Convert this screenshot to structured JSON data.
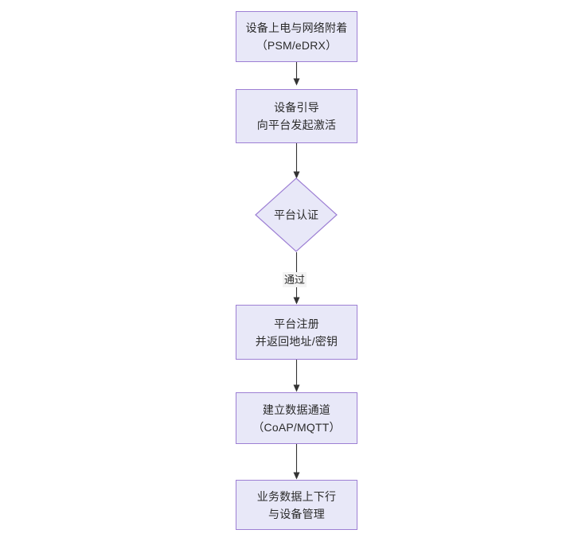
{
  "diagram": {
    "type": "flowchart",
    "orientation": "top-to-bottom",
    "title": "",
    "background_color": "#ffffff",
    "node_fill_color": "#E8E8F8",
    "node_border_color": "#9D7FD4",
    "node_text_color": "#2b2b2b",
    "edge_color": "#333333",
    "edge_label_background": "#f4f4f4",
    "nodes": [
      {
        "id": "n1",
        "shape": "rectangle",
        "lines": [
          "设备上电与网络附着",
          "（PSM/eDRX）"
        ]
      },
      {
        "id": "n2",
        "shape": "rectangle",
        "lines": [
          "设备引导",
          "向平台发起激活"
        ]
      },
      {
        "id": "n3",
        "shape": "diamond",
        "lines": [
          "平台认证"
        ]
      },
      {
        "id": "n4",
        "shape": "rectangle",
        "lines": [
          "平台注册",
          "并返回地址/密钥"
        ]
      },
      {
        "id": "n5",
        "shape": "rectangle",
        "lines": [
          "建立数据通道",
          "（CoAP/MQTT）"
        ]
      },
      {
        "id": "n6",
        "shape": "rectangle",
        "lines": [
          "业务数据上下行",
          "与设备管理"
        ]
      }
    ],
    "edges": [
      {
        "from": "n1",
        "to": "n2",
        "label": ""
      },
      {
        "from": "n2",
        "to": "n3",
        "label": ""
      },
      {
        "from": "n3",
        "to": "n4",
        "label": "通过"
      },
      {
        "from": "n4",
        "to": "n5",
        "label": ""
      },
      {
        "from": "n5",
        "to": "n6",
        "label": ""
      }
    ],
    "edge_labels": {
      "pass": "通过"
    }
  }
}
